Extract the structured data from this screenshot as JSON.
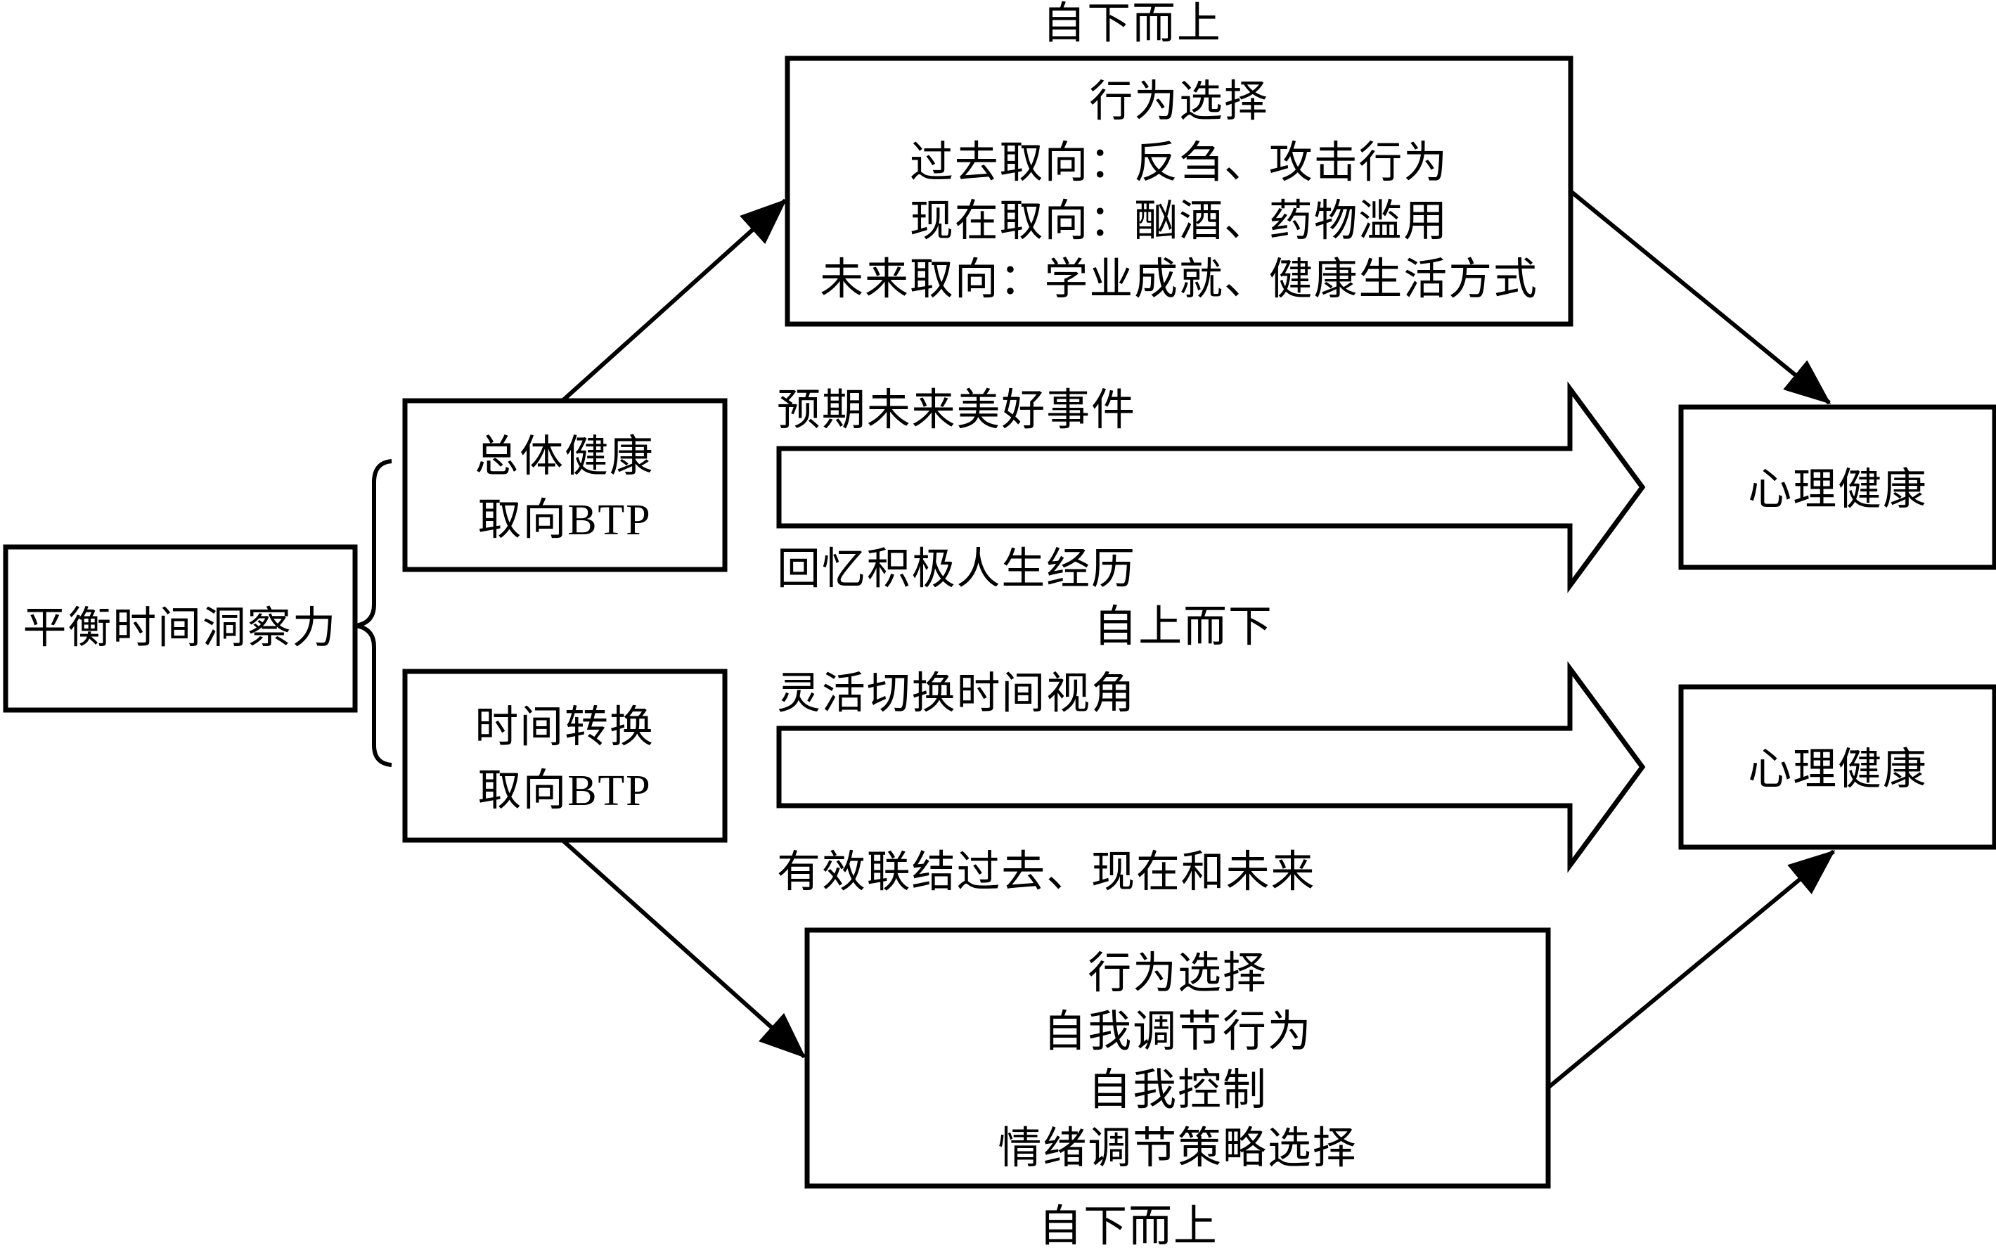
{
  "colors": {
    "ink": "#000000",
    "background": "#ffffff"
  },
  "flow_labels": {
    "top": "自下而上",
    "middle": "自上而下",
    "bottom": "自下而上"
  },
  "root_box": {
    "label": "平衡时间洞察力"
  },
  "btp_overall": {
    "line1": "总体健康",
    "line2": "取向BTP"
  },
  "btp_shift": {
    "line1": "时间转换",
    "line2": "取向BTP"
  },
  "top_behavior_box": {
    "line1": "行为选择",
    "line2": "过去取向：反刍、攻击行为",
    "line3": "现在取向：酗酒、药物滥用",
    "line4": "未来取向：学业成就、健康生活方式"
  },
  "bottom_behavior_box": {
    "line1": "行为选择",
    "line2": "自我调节行为",
    "line3": "自我控制",
    "line4": "情绪调节策略选择"
  },
  "pathway_top": {
    "above_arrow": "预期未来美好事件",
    "below_arrow": "回忆积极人生经历",
    "outcome": "心理健康"
  },
  "pathway_bottom": {
    "above_arrow": "灵活切换时间视角",
    "below_arrow": "有效联结过去、现在和未来",
    "outcome": "心理健康"
  }
}
